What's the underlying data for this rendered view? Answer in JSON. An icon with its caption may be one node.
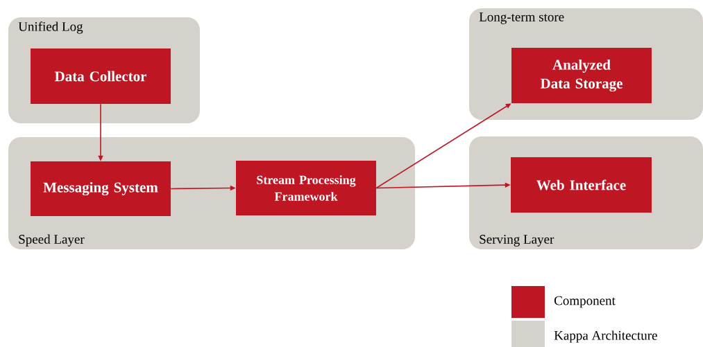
{
  "diagram": {
    "nodes": [
      {
        "text": [
          "Unified Log"
        ]
      },
      {
        "text": [
          "Data Collector"
        ],
        "in": 0
      },
      {
        "text": [
          "Speed Layer"
        ]
      },
      {
        "text": [
          "Messaging System"
        ],
        "in": 2
      },
      {
        "text": [
          "Stream Processing Framework"
        ],
        "in": 2
      },
      {
        "text": [
          "Long-term store"
        ]
      },
      {
        "text": [
          "Analyzed Data Storage"
        ],
        "in": 5
      },
      {
        "text": [
          "Serving Layer"
        ]
      },
      {
        "text": [
          "Web Interface"
        ],
        "in": 7
      }
    ],
    "edges": [
      {
        "from": 1,
        "to": 3,
        "arrow": "to"
      },
      {
        "from": 3,
        "to": 4,
        "arrow": "to"
      },
      {
        "from": 4,
        "to": 6,
        "arrow": "to"
      },
      {
        "from": 4,
        "to": 8,
        "arrow": "to"
      }
    ],
    "legend": [
      {
        "text": "Component",
        "color": "#be1622"
      },
      {
        "text": "Kappa Architecture",
        "color": "#d5d2cb"
      }
    ]
  }
}
